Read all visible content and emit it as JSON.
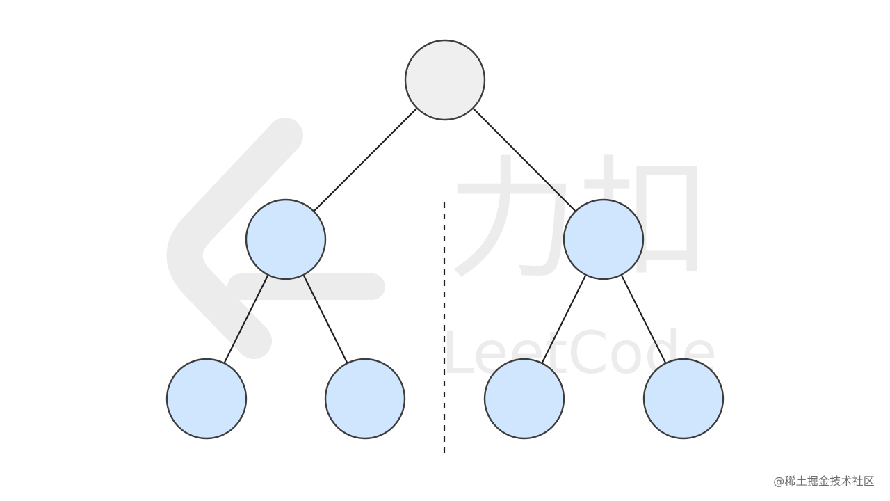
{
  "colors": {
    "background": "#ffffff",
    "root_node_fill": "#efefef",
    "child_node_fill": "#cfe6fe",
    "node_stroke": "#3d3d3d",
    "edge": "#1f1f1f",
    "divider": "#1f1f1f",
    "watermark": "#ececec"
  },
  "watermark": {
    "title": "力扣",
    "subtitle": "LeetCode"
  },
  "attribution": "@稀土掘金技术社区",
  "tree": {
    "nodes": [
      {
        "id": "root",
        "level": 0,
        "order": 0,
        "role": "root"
      },
      {
        "id": "left",
        "level": 1,
        "order": 0,
        "role": "child"
      },
      {
        "id": "right",
        "level": 1,
        "order": 1,
        "role": "child"
      },
      {
        "id": "left-left",
        "level": 2,
        "order": 0,
        "role": "child"
      },
      {
        "id": "left-right",
        "level": 2,
        "order": 1,
        "role": "child"
      },
      {
        "id": "right-left",
        "level": 2,
        "order": 2,
        "role": "child"
      },
      {
        "id": "right-right",
        "level": 2,
        "order": 3,
        "role": "child"
      }
    ],
    "edges": [
      [
        "root",
        "left"
      ],
      [
        "root",
        "right"
      ],
      [
        "left",
        "left-left"
      ],
      [
        "left",
        "left-right"
      ],
      [
        "right",
        "right-left"
      ],
      [
        "right",
        "right-right"
      ]
    ]
  }
}
